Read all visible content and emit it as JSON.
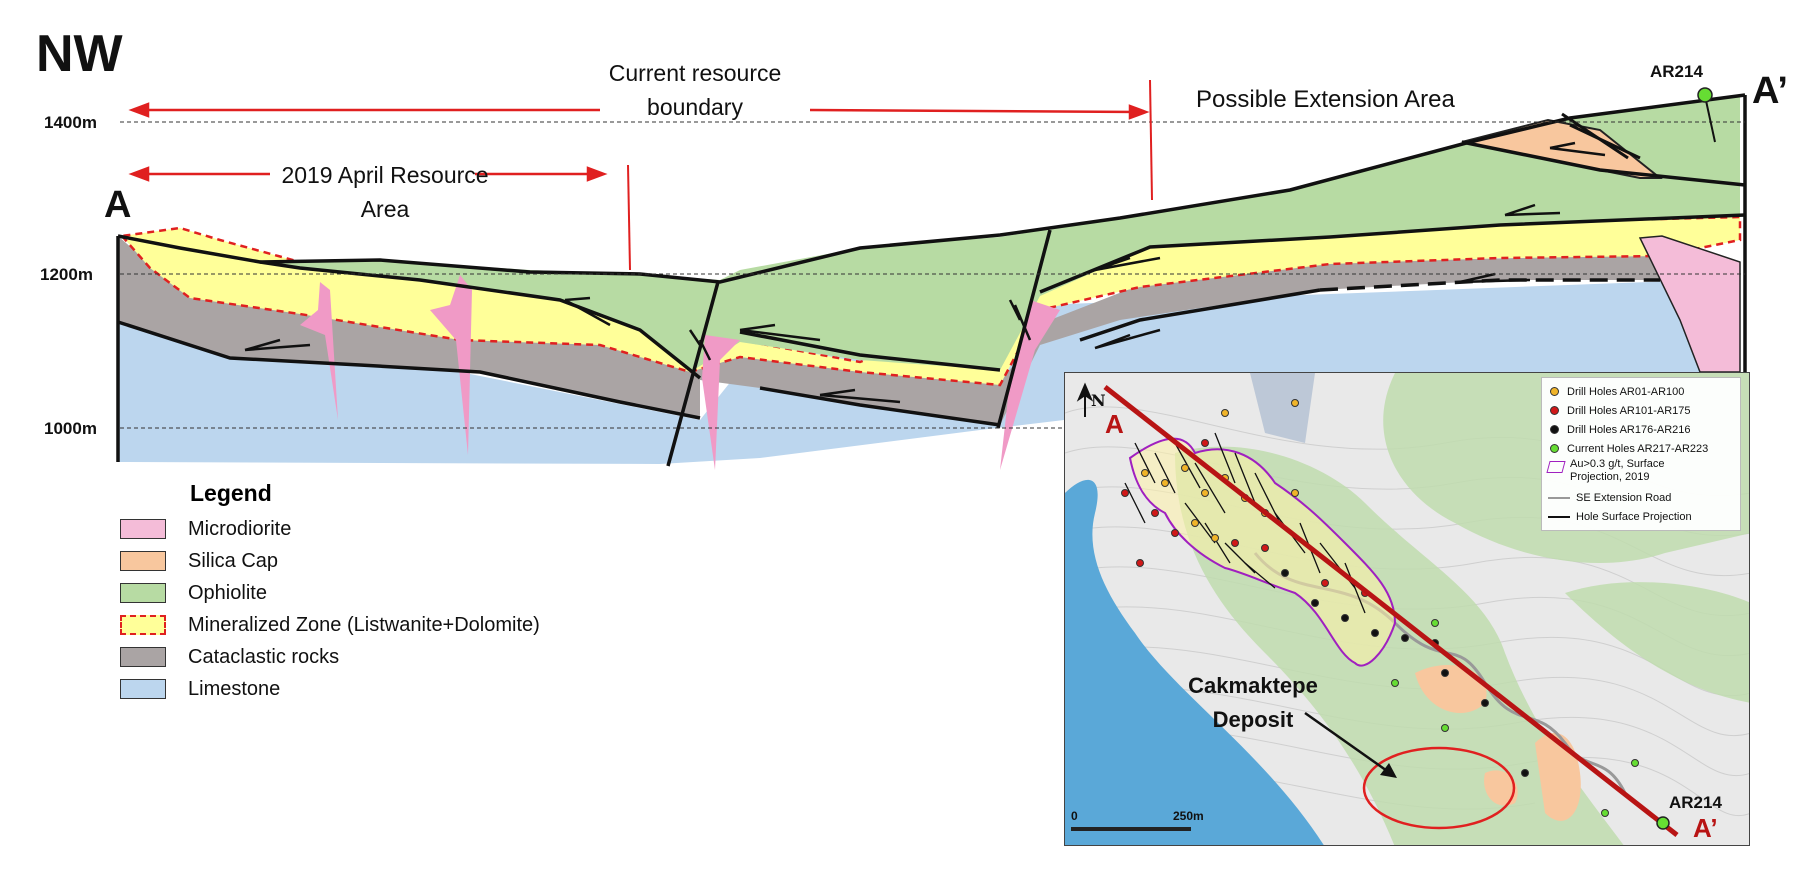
{
  "header": {
    "direction_label": "NW",
    "point_a": "A",
    "point_a_prime": "A’"
  },
  "elevations": [
    "1400m",
    "1200m",
    "1000m"
  ],
  "annotations": {
    "current_resource_boundary": "Current resource boundary",
    "april_resource_area": "2019 April Resource Area",
    "possible_extension": "Possible Extension Area",
    "ar214_label": "AR214"
  },
  "legend": {
    "title": "Legend",
    "items": [
      {
        "label": "Microdiorite",
        "color": "#f4bcd8"
      },
      {
        "label": "Silica Cap",
        "color": "#f8c79e"
      },
      {
        "label": "Ophiolite",
        "color": "#b7dba3"
      },
      {
        "label": "Mineralized Zone (Listwanite+Dolomite)",
        "color": "#ffff99",
        "border": "#e02020"
      },
      {
        "label": "Cataclastic rocks",
        "color": "#aaa4a4"
      },
      {
        "label": "Limestone",
        "color": "#bcd6ee"
      }
    ]
  },
  "colors": {
    "microdiorite": "#f09ac6",
    "silica_cap": "#f8c79e",
    "ophiolite": "#b7dba3",
    "mineralized": "#ffff99",
    "cataclastic": "#aaa4a4",
    "limestone": "#bcd6ee",
    "arrow_red": "#e02020",
    "section_line": "#b81414"
  },
  "inset": {
    "north_label": "N",
    "legend_items": [
      {
        "label": "Drill Holes AR01-AR100",
        "color": "#f0b429",
        "kind": "dot"
      },
      {
        "label": "Drill Holes AR101-AR175",
        "color": "#d01818",
        "kind": "dot"
      },
      {
        "label": "Drill Holes AR176-AR216",
        "color": "#111111",
        "kind": "dot"
      },
      {
        "label": "Current Holes AR217-AR223",
        "color": "#66dd33",
        "kind": "dot"
      },
      {
        "label": "Au>0.3 g/t, Surface Projection, 2019",
        "color": "#a020c0",
        "kind": "poly"
      },
      {
        "label": "SE Extension Road",
        "color": "#999999",
        "kind": "line"
      },
      {
        "label": "Hole Surface Projection",
        "color": "#111111",
        "kind": "line"
      }
    ],
    "point_a": "A",
    "point_a_prime": "A’",
    "deposit_label": "Cakmaktepe Deposit",
    "ar214": "AR214",
    "scale_zero": "0",
    "scale_end": "250m"
  }
}
